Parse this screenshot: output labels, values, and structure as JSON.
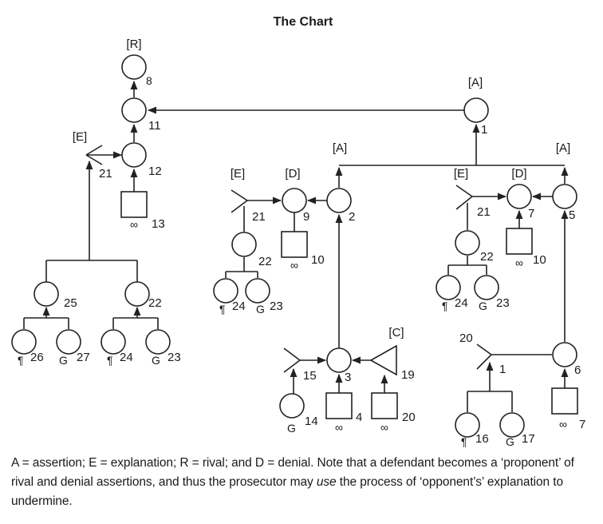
{
  "title": "The Chart",
  "tags": {
    "assertion": "[A]",
    "explanation": "[E]",
    "rival": "[R]",
    "denial": "[D]",
    "c": "[C]"
  },
  "symbols": {
    "infinity": "∞",
    "paragraph": "¶",
    "g": "G",
    "misc": "8"
  },
  "nodes": {
    "n1": "1",
    "n2": "2",
    "n3": "3",
    "n4": "4",
    "n5": "5",
    "n6": "6",
    "n7": "7",
    "n9": "9",
    "n10": "10",
    "n11": "11",
    "n12": "12",
    "n13": "13",
    "n14": "14",
    "n15": "15",
    "n16": "16",
    "n17": "17",
    "n19": "19",
    "n20": "20",
    "n21": "21",
    "n22": "22",
    "n23": "23",
    "n24": "24",
    "n25": "25",
    "n26": "26",
    "n27": "27"
  },
  "caption": {
    "part1": "A = assertion; E = explanation; R = rival; and D = denial. Note that a defendant becomes a ‘proponent’ of rival and denial assertions, and thus the prosecutor may ",
    "emphasis": "use",
    "part2": " the process of ‘opponent’s’ explanation to undermine."
  }
}
